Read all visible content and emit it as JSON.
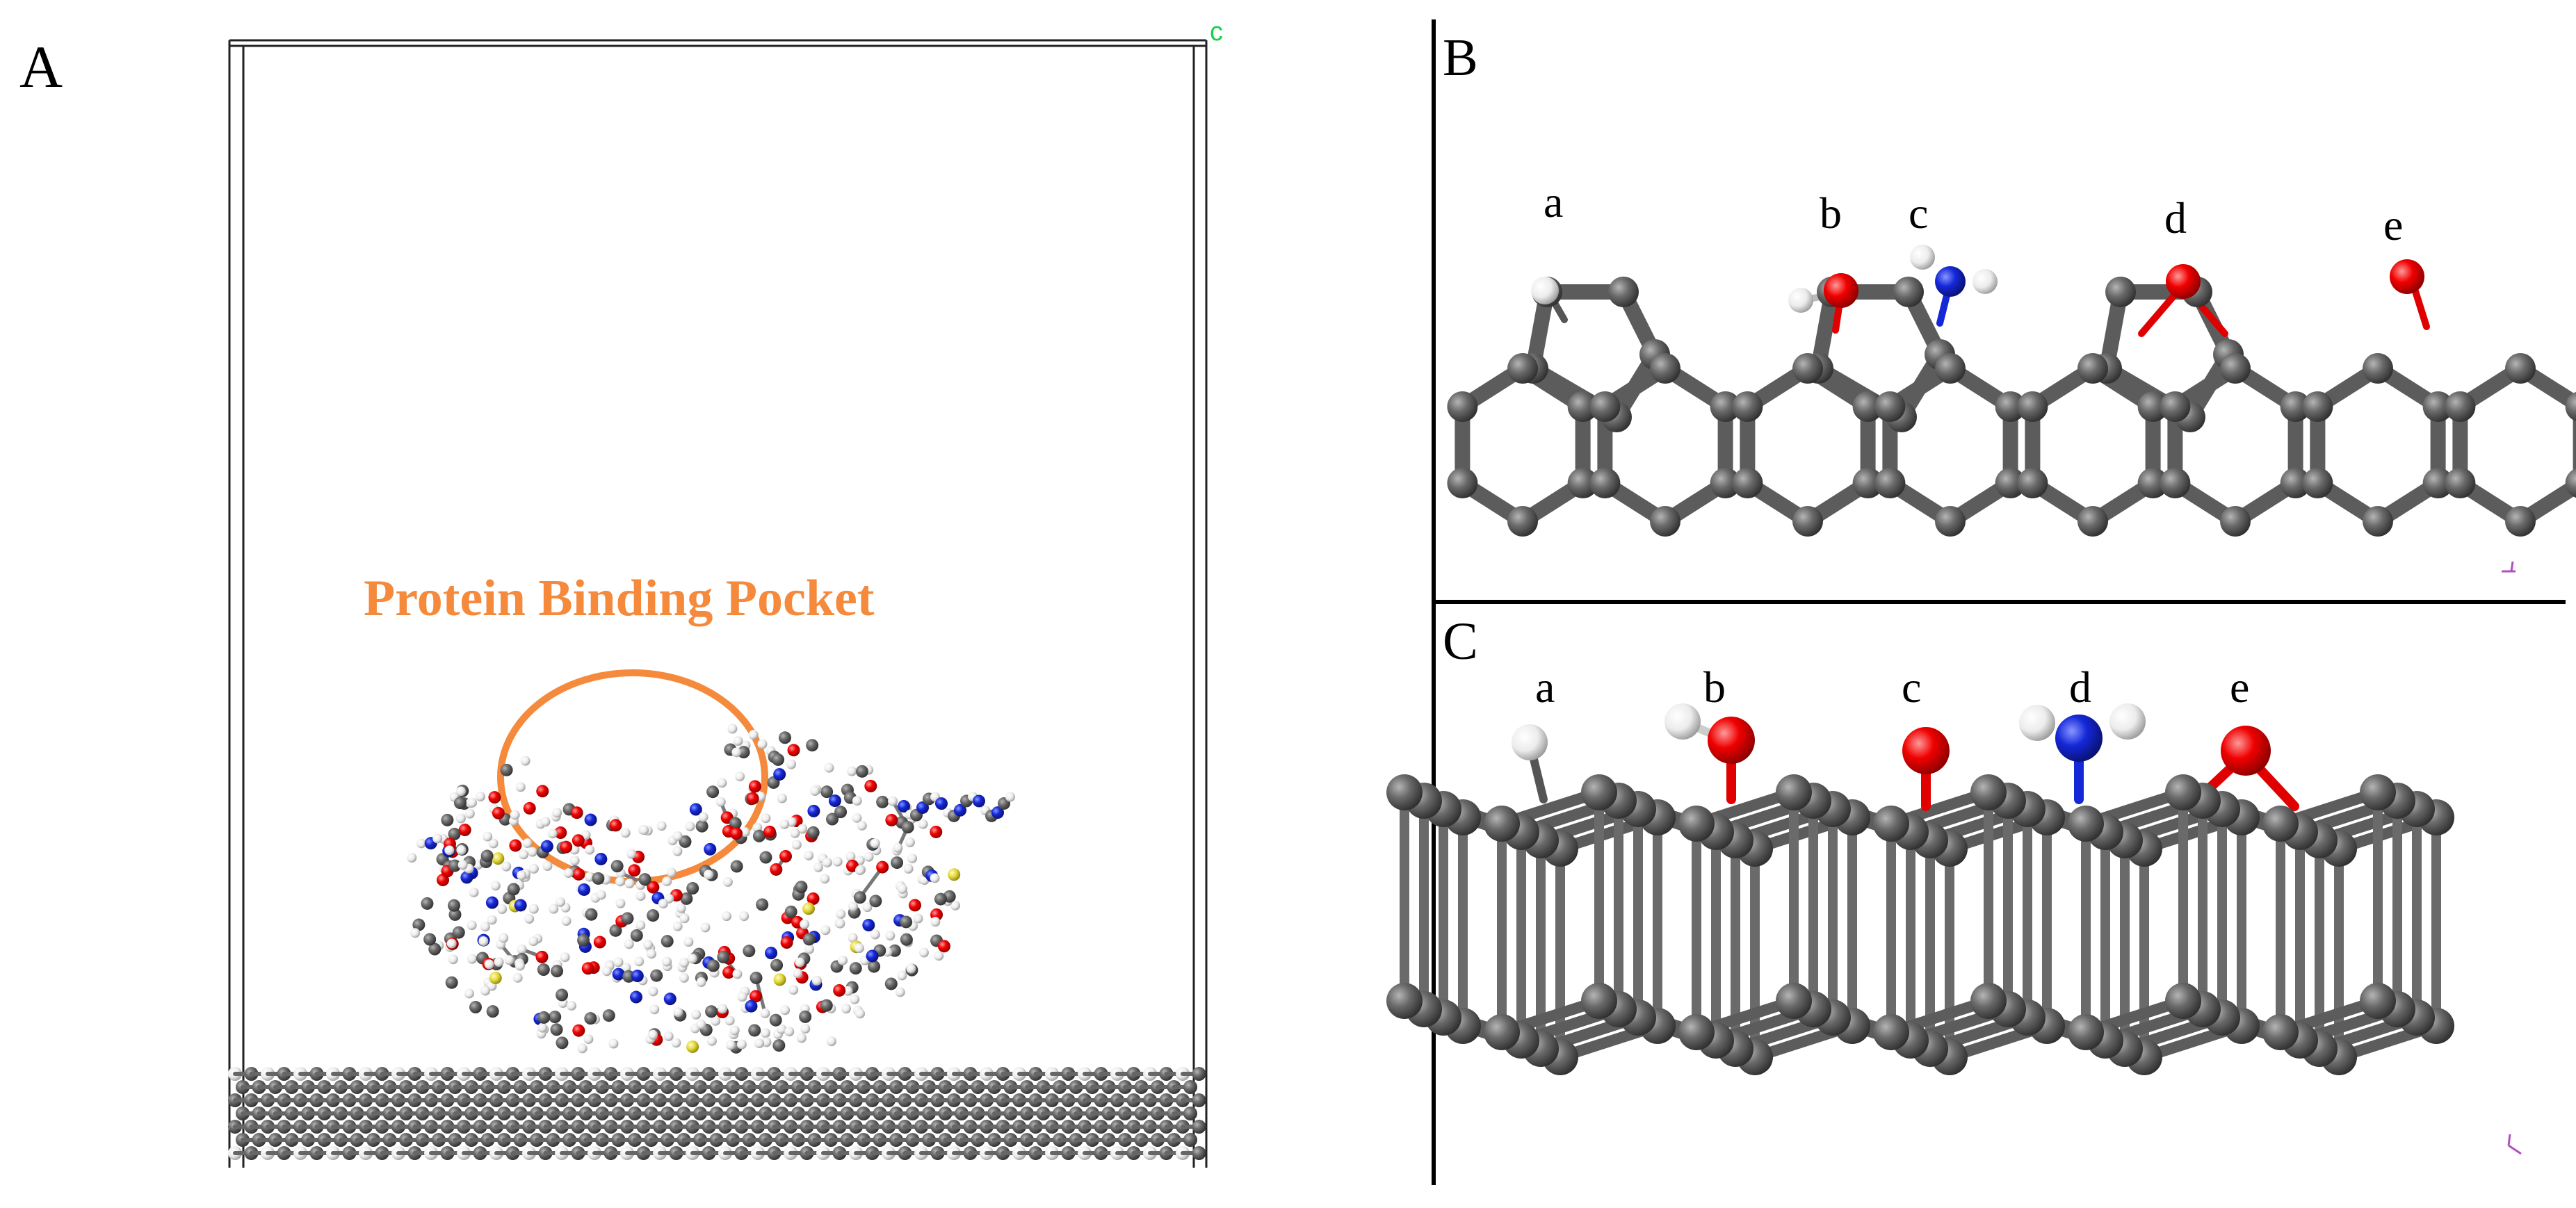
{
  "panels": {
    "a": {
      "letter": "A",
      "annotation": "Protein Binding Pocket",
      "axis_label": "c"
    },
    "b": {
      "letter": "B",
      "sites": [
        "a",
        "b",
        "c",
        "d",
        "e"
      ]
    },
    "c": {
      "letter": "C",
      "sites": [
        "a",
        "b",
        "c",
        "d",
        "e"
      ]
    }
  },
  "colors": {
    "carbon": "#5a5a5a",
    "oxygen": "#e00000",
    "nitrogen": "#1020d0",
    "hydrogen": "#f2f2f2",
    "sulfur": "#e6dc3a",
    "annotation": "#f58a3c",
    "axis_green": "#19d14a"
  }
}
